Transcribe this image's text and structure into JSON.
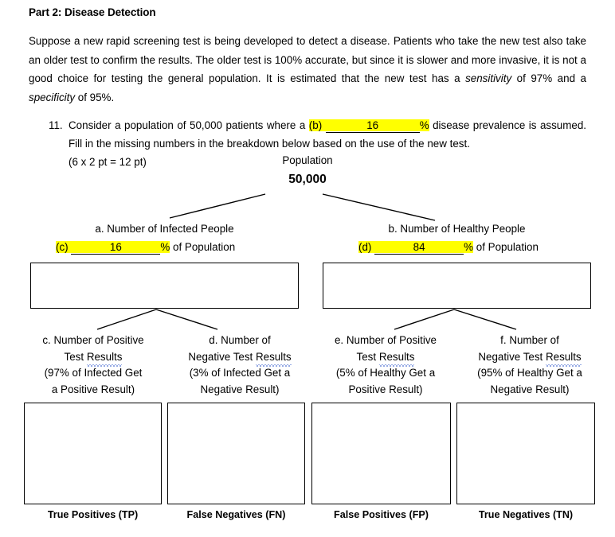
{
  "document": {
    "part_title": "Part 2: Disease Detection",
    "intro_pre_sensitivity": "Suppose a new rapid screening test is being developed to detect a disease. Patients who take the new test also take an older test to confirm the results. The older test is 100% accurate, but since it is slower and more invasive, it is not a good choice for testing the general population. It is estimated that the new test has a ",
    "intro_sensitivity_word": "sensitivity",
    "intro_mid": " of 97% and a ",
    "intro_specificity_word": "specificity",
    "intro_post": " of 95%."
  },
  "question": {
    "number": "11.",
    "text_before_blank": "Consider a population of 50,000 patients where a ",
    "blank_b_label": "(b)",
    "blank_b_value": "16",
    "blank_b_unit": "%",
    "text_after_blank": " disease prevalence is assumed. Fill in the missing numbers in the breakdown below based on the use of the new test.",
    "points_note": "(6 x 2 pt = 12 pt)"
  },
  "tree": {
    "root": {
      "label": "Population",
      "value": "50,000"
    },
    "level2": [
      {
        "heading": "a. Number of Infected People",
        "blank_label": "(c)",
        "blank_value": "16",
        "blank_unit": "%",
        "suffix": " of Population",
        "box_value": ""
      },
      {
        "heading": "b. Number of Healthy People",
        "blank_label": "(d)",
        "blank_value": "84",
        "blank_unit": "%",
        "suffix": " of Population",
        "box_value": ""
      }
    ],
    "level3": [
      {
        "line1": "c. Number of Positive",
        "line2_pre": "Test ",
        "line2_misspelled": "Results",
        "line3": "(97% of Infected Get",
        "line4": "a Positive Result)",
        "box_value": "",
        "caption": "True Positives (TP)"
      },
      {
        "line1": "d. Number of",
        "line2_pre": "Negative Test ",
        "line2_misspelled": "Results",
        "line3": "(3% of Infected Get a",
        "line4": "Negative Result)",
        "box_value": "",
        "caption": "False Negatives (FN)"
      },
      {
        "line1": "e. Number of Positive",
        "line2_pre": "Test ",
        "line2_misspelled": "Results",
        "line3": "(5% of Healthy Get a",
        "line4": "Positive Result)",
        "box_value": "",
        "caption": "False Positives (FP)"
      },
      {
        "line1": "f. Number of",
        "line2_pre": "Negative Test ",
        "line2_misspelled": "Results",
        "line3": "(95% of Healthy Get a",
        "line4": "Negative Result)",
        "box_value": "",
        "caption": "True Negatives (TN)"
      }
    ]
  },
  "colors": {
    "highlight": "#ffff00",
    "spellcheck_underline": "#2b53c8",
    "line": "#000000",
    "page_background": "#ffffff"
  }
}
